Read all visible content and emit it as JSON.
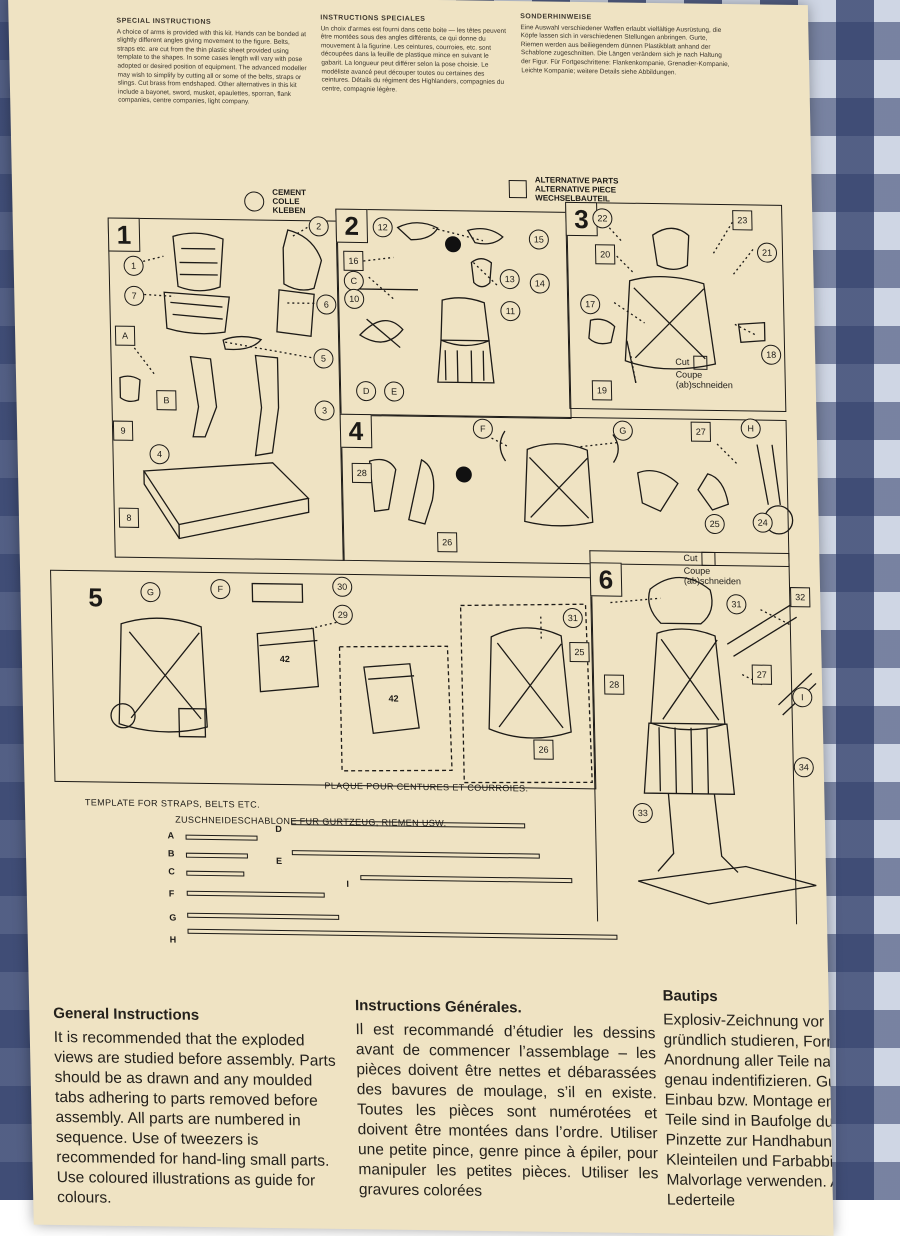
{
  "top_text": {
    "special_heading": "SPECIAL INSTRUCTIONS",
    "special_body": "A choice of arms is provided with this kit. Hands can be bonded at slightly different angles giving movement to the figure. Belts, straps etc. are cut from the thin plastic sheet provided using template to the shapes. In some cases length will vary with pose adopted or desired position of equipment. The advanced modeller may wish to simplify by cutting all or some of the belts, straps or slings. Cut brass from endshaped. Other alternatives in this kit include a bayonet, sword, musket, epaulettes, sporran, flank companies, centre companies, light company.",
    "french_heading": "INSTRUCTIONS SPECIALES",
    "french_body": "Un choix d'armes est fourni dans cette boite — les têtes peuvent être montées sous des angles différents, ce qui donne du mouvement à la figurine. Les ceintures, courroies, etc. sont découpées dans la feuille de plastique mince en suivant le gabarit. La longueur peut différer selon la pose choisie. Le modéliste avancé peut découper toutes ou certaines des ceintures. Détails du régiment des Highlanders, compagnies du centre, compagnie légère.",
    "german_heading": "SONDERHINWEISE",
    "german_body": "Eine Auswahl verschiedener Waffen erlaubt vielfältige Ausrüstung, die Köpfe lassen sich in verschiedenen Stellungen anbringen. Gurte, Riemen werden aus beiliegendem dünnen Plastikblatt anhand der Schablone zugeschnitten. Die Längen verändern sich je nach Haltung der Figur. Für Fortgeschrittene: Flankenkompanie, Grenadier-Kompanie, Leichte Kompanie; weitere Details siehe Abbildungen."
  },
  "legend": {
    "cement": [
      "CEMENT",
      "COLLE",
      "KLEBEN"
    ],
    "alternative": [
      "ALTERNATIVE PARTS",
      "ALTERNATIVE PIECE",
      "WECHSELBAUTEIL"
    ]
  },
  "steps": [
    "1",
    "2",
    "3",
    "4",
    "5",
    "6"
  ],
  "parts": {
    "s1": [
      "1",
      "2",
      "7",
      "6",
      "5",
      "A",
      "B",
      "9",
      "4",
      "3",
      "8"
    ],
    "s2": [
      "12",
      "15",
      "16",
      "C",
      "13",
      "14",
      "10",
      "11",
      "D",
      "E"
    ],
    "s3": [
      "22",
      "23",
      "20",
      "21",
      "17",
      "18",
      "19"
    ],
    "s4": [
      "F",
      "G",
      "27",
      "H",
      "28",
      "26",
      "25",
      "24"
    ],
    "s5": [
      "G",
      "F",
      "30",
      "29",
      "31",
      "25",
      "26"
    ],
    "s6": [
      "32",
      "31",
      "27",
      "28",
      "I",
      "34",
      "33"
    ]
  },
  "crate_label": "42",
  "cut_label": [
    "Cut",
    "Coupe",
    "(ab)schneiden"
  ],
  "template": {
    "title_en": "TEMPLATE FOR STRAPS, BELTS ETC.",
    "title_de": "ZUSCHNEIDESCHABLONE FUR GURTZEUG, RIEMEN USW.",
    "title_fr": "PLAQUE POUR CENTURES ET COURROIES.",
    "letters": [
      "A",
      "B",
      "C",
      "D",
      "E",
      "F",
      "G",
      "H",
      "I"
    ]
  },
  "general": {
    "en_title": "General Instructions",
    "en_body": "It is recommended that the exploded views are studied before assembly. Parts should be as drawn and any moulded tabs adhering to parts removed before assembly. All parts are numbered in sequence. Use of tweezers is recommended for hand-ling small parts. Use coloured illustrations as guide for colours.",
    "fr_title": "Instructions Générales.",
    "fr_body": "Il est recommandé d’étudier les dessins avant de commencer l’assemblage – les pièces doivent être nettes et débarassées des bavures de moulage, s’il en existe. Toutes les pièces sont numérotées et doivent être montées dans l’ordre. Utiliser une petite pince, genre pince à épiler, pour manipuler les petites pièces. Utiliser les gravures colorées",
    "de_title": "Bautips",
    "de_body": "Explosiv-Zeichnung vor Baubeginn gründlich studieren, Form und Anordnung aller Teile nach Abbildung genau indentifizieren. Gußgrate vor Einbau bzw. Montage entfernen. Alle Teile sind in Baufolge durchnumeriert. Pinzette zur Handhabung von Kleinteilen und Farbabbildung als Malvorlage verwenden. Außer für Lederteile"
  },
  "colors": {
    "paper": "#efe3c3",
    "ink": "#1c1a17",
    "cloth": "#303e6a"
  }
}
